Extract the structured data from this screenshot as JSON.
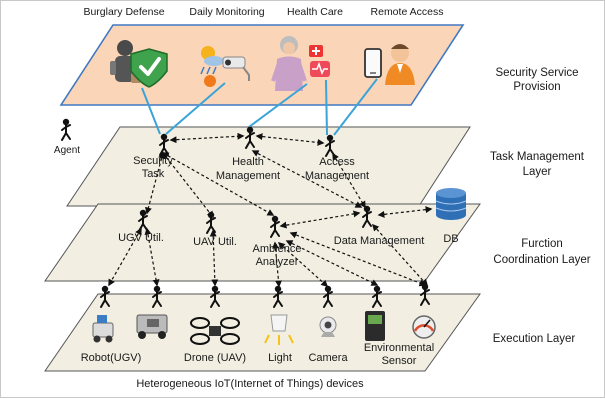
{
  "service_labels": {
    "burglary": "Burglary Defense",
    "daily": "Daily Monitoring",
    "health": "Health Care",
    "remote": "Remote Access"
  },
  "layer_names": {
    "security_line1": "Security Service",
    "security_line2": "Provision",
    "task_line1": "Task Management",
    "task_line2": "Layer",
    "function_line1": "Furction",
    "function_line2": "Coordination Layer",
    "execution": "Execution Layer"
  },
  "agent_label": "Agent",
  "tasks": {
    "security_line1": "Security",
    "security_line2": "Task",
    "health_line1": "Health",
    "health_line2": "Management",
    "access_line1": "Access",
    "access_line2": "Management"
  },
  "functions": {
    "ugv": "UGV Util.",
    "uav": "UAV Util.",
    "ambience_line1": "Ambience",
    "ambience_line2": "Analyzer",
    "data": "Data Management",
    "db": "DB"
  },
  "devices": {
    "robot": "Robot(UGV)",
    "drone": "Drone (UAV)",
    "light": "Light",
    "camera": "Camera",
    "env_line1": "Environmental",
    "env_line2": "Sensor"
  },
  "footer": "Heterogeneous IoT(Internet of Things) devices",
  "colors": {
    "top_plane_fill": "#fbd5b8",
    "top_plane_border": "#3f78c2",
    "plane_fill": "#f2efe2",
    "link_blue": "#3aa4d8",
    "db_blue": "#2f6fb5"
  }
}
